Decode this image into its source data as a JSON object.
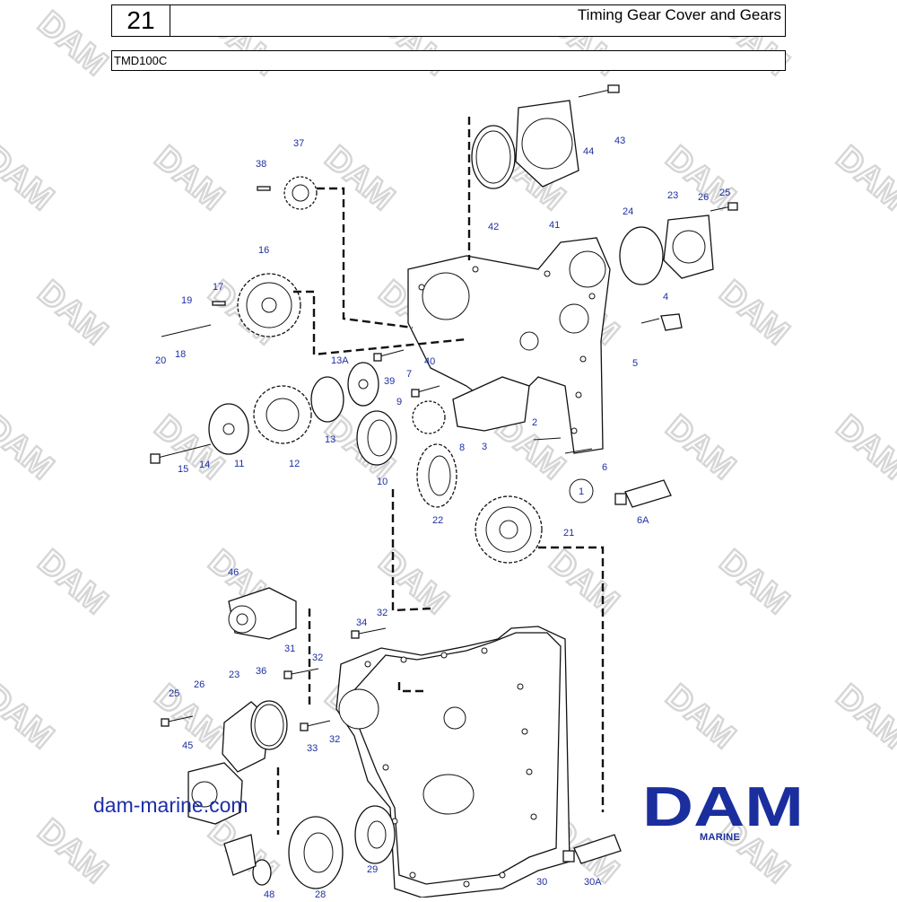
{
  "header": {
    "page_number": "21",
    "title": "Timing Gear Cover and Gears",
    "model": "TMD100C"
  },
  "footer": {
    "website": "dam-marine.com",
    "brand": "DAM",
    "brand_subtitle": "MARINE"
  },
  "watermark_text": "DAM",
  "colors": {
    "label_blue": "#1c2fa3",
    "brand_blue": "#1a2e9e",
    "line": "#111111",
    "watermark": "#d6d6d6"
  },
  "callouts": [
    "43",
    "44",
    "41",
    "42",
    "38",
    "37",
    "16",
    "17",
    "19",
    "18",
    "20",
    "13A",
    "39",
    "7",
    "40",
    "9",
    "8",
    "3",
    "13",
    "12",
    "11",
    "14",
    "15",
    "10",
    "2",
    "6",
    "22",
    "1",
    "21",
    "6A",
    "25",
    "26",
    "23",
    "24",
    "4",
    "5",
    "46",
    "34",
    "32",
    "31",
    "32",
    "36",
    "26",
    "25",
    "23",
    "33",
    "32",
    "45",
    "29",
    "28",
    "48",
    "30",
    "30A"
  ]
}
